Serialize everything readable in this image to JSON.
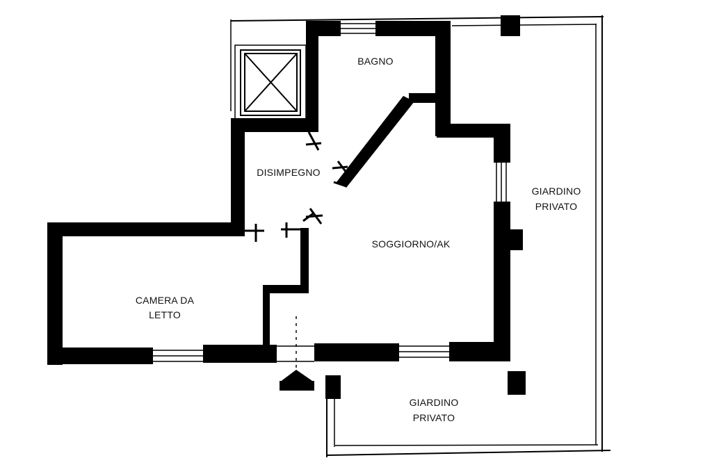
{
  "rooms": {
    "bagno": "BAGNO",
    "disimpegno": "DISIMPEGNO",
    "soggiorno": "SOGGIORNO/AK",
    "camera_line1": "CAMERA DA",
    "camera_line2": "LETTO",
    "giardino_east_line1": "GIARDINO",
    "giardino_east_line2": "PRIVATO",
    "giardino_south_line1": "GIARDINO",
    "giardino_south_line2": "PRIVATO"
  },
  "colors": {
    "wall": "#000000",
    "background": "#ffffff"
  }
}
